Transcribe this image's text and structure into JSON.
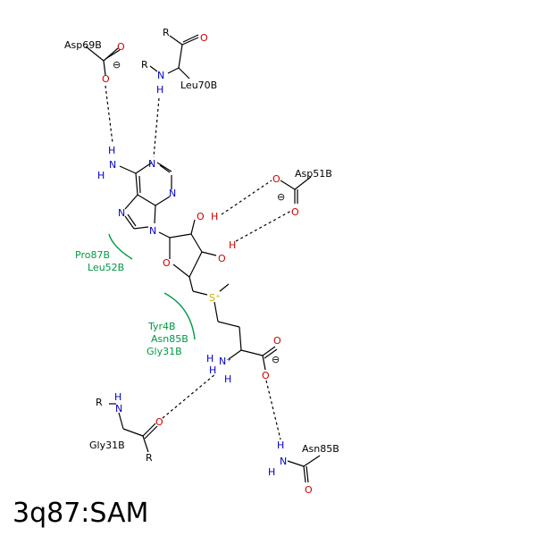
{
  "title": "3q87:SAM",
  "colors": {
    "carbon": "#000000",
    "nitrogen": "#0000cc",
    "oxygen": "#cc0000",
    "sulfur": "#ccaa00",
    "hydrophobic": "#009944"
  },
  "residues": {
    "asp69b": "Asp69B",
    "leu70b": "Leu70B",
    "asp51b": "Asp51B",
    "pro87b": "Pro87B",
    "leu52b": "Leu52B",
    "tyr4b": "Tyr4B",
    "asn85b_contact": "Asn85B",
    "gly31b_contact": "Gly31B",
    "gly31b": "Gly31B",
    "asn85b": "Asn85B"
  },
  "atoms": {
    "r": "R",
    "o": "O",
    "n": "N",
    "h": "H",
    "oh": "OH",
    "s_plus": "S⁺",
    "h2n_plus": "N⁺",
    "minus": "⊖"
  }
}
